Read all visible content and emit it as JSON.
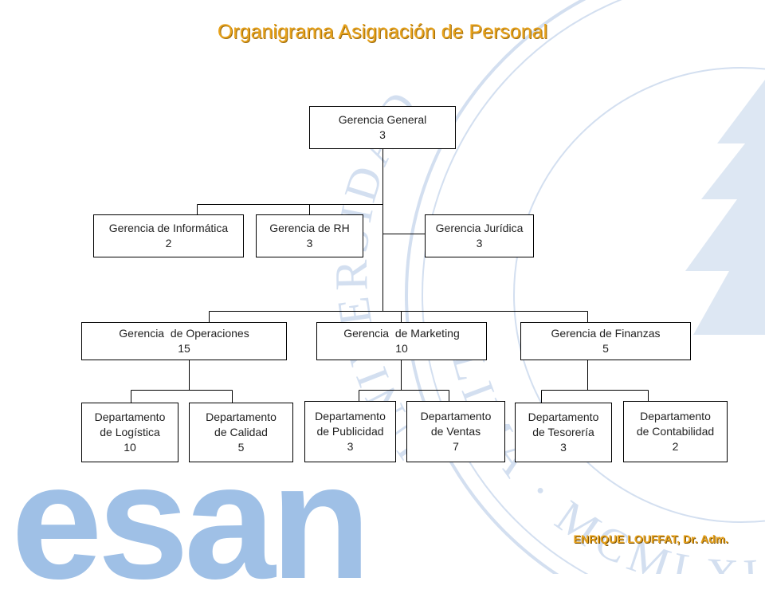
{
  "title": "Organigrama Asignación de Personal",
  "chart": {
    "general": {
      "name": "Gerencia General",
      "count": "3"
    },
    "staff": [
      {
        "name": "Gerencia de Informática",
        "count": "2"
      },
      {
        "name": "Gerencia de RH",
        "count": "3"
      },
      {
        "name": "Gerencia Jurídica",
        "count": "3"
      }
    ],
    "divisions": [
      {
        "name": "Gerencia  de Operaciones",
        "count": "15",
        "departments": [
          {
            "line1": "Departamento",
            "line2": "de Logística",
            "count": "10"
          },
          {
            "line1": "Departamento",
            "line2": "de Calidad",
            "count": "5"
          }
        ]
      },
      {
        "name": "Gerencia  de Marketing",
        "count": "10",
        "departments": [
          {
            "line1": "Departamento",
            "line2": "de Publicidad",
            "count": "3"
          },
          {
            "line1": "Departamento",
            "line2": "de Ventas",
            "count": "7"
          }
        ]
      },
      {
        "name": "Gerencia de Finanzas",
        "count": "5",
        "departments": [
          {
            "line1": "Departamento",
            "line2": "de Tesorería",
            "count": "3"
          },
          {
            "line1": "Departamento",
            "line2": "de Contabilidad",
            "count": "2"
          }
        ]
      }
    ]
  },
  "logo": {
    "text": "esan",
    "color": "#9fc0e6"
  },
  "seal": {
    "text": "UNIVERSIDAD ESAN LIMA MCMLXIII",
    "color": "#d3dff0"
  },
  "author": "ENRIQUE LOUFFAT, Dr. Adm.",
  "colors": {
    "title": "#e8a21a",
    "lines": "#000000"
  }
}
